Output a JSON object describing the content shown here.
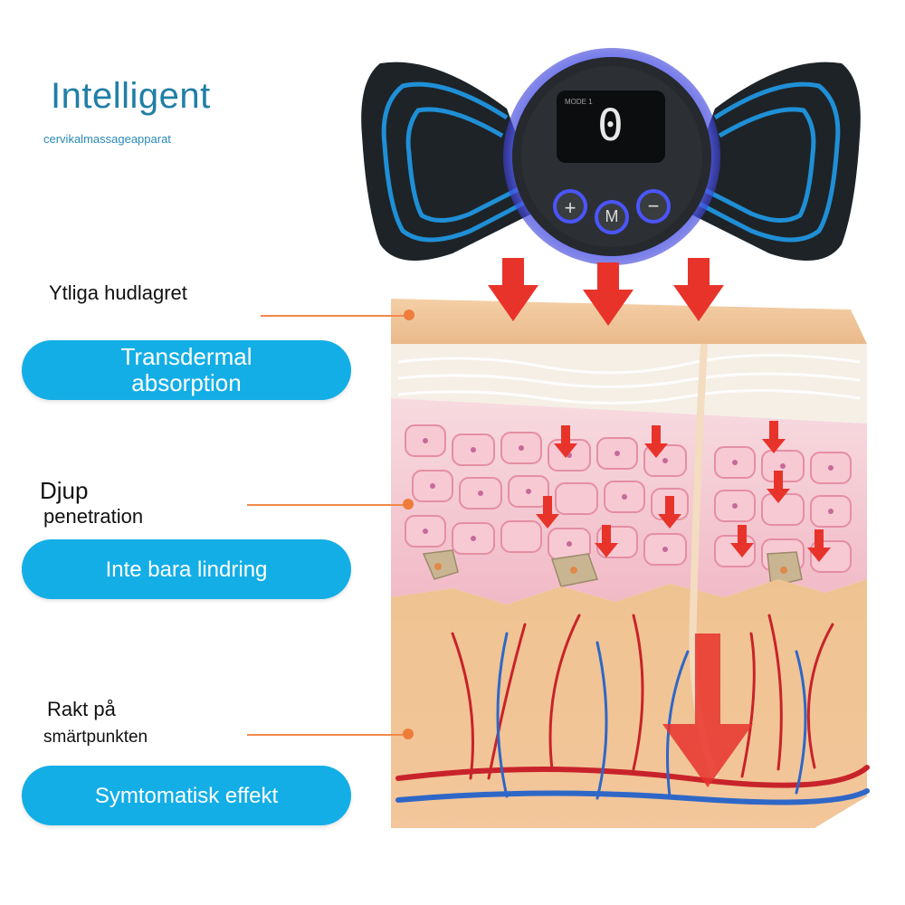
{
  "header": {
    "title": "Intelligent",
    "subtitle": "cervikalmassageapparat"
  },
  "device": {
    "mode_label": "MODE 1",
    "display_digit": "0",
    "buttons": [
      "+",
      "M",
      "−"
    ]
  },
  "layers": [
    {
      "label_lines": [
        "Ytliga hudlagret"
      ],
      "pill": "Transdermal absorption"
    },
    {
      "label_lines": [
        "Djup",
        "penetration"
      ],
      "pill": "Inte bara lindring"
    },
    {
      "label_lines": [
        "Rakt på",
        "smärtpunkten"
      ],
      "pill": "Symtomatisk effekt"
    }
  ],
  "colors": {
    "accent": "#14aee6",
    "title": "#1f7fa6",
    "leader": "#f08a4b",
    "arrow": "#e8332b",
    "device_glow": "#4a55ff",
    "pad_ring": "#1f8fd6"
  }
}
